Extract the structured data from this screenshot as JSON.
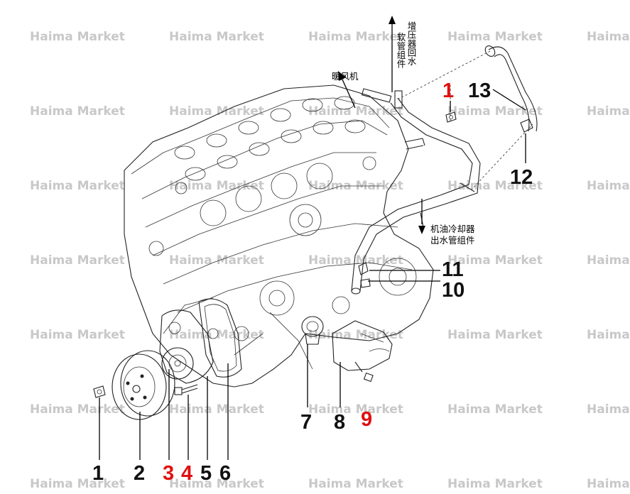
{
  "watermark": {
    "text": "Haima Market",
    "color": "#c8c8c8"
  },
  "captions": {
    "turbo_return_line_1": "增压器回水",
    "turbo_return_line_2": "软管组件",
    "heater": "暖风机",
    "oil_cooler_line_1": "机油冷却器",
    "oil_cooler_line_2": "出水管组件"
  },
  "callouts": [
    {
      "id": "1",
      "label": "1",
      "color": "#111111"
    },
    {
      "id": "2",
      "label": "2",
      "color": "#111111"
    },
    {
      "id": "3",
      "label": "3",
      "color": "#e01010"
    },
    {
      "id": "4",
      "label": "4",
      "color": "#e01010"
    },
    {
      "id": "5",
      "label": "5",
      "color": "#111111"
    },
    {
      "id": "6",
      "label": "6",
      "color": "#111111"
    },
    {
      "id": "7",
      "label": "7",
      "color": "#111111"
    },
    {
      "id": "8",
      "label": "8",
      "color": "#111111"
    },
    {
      "id": "9",
      "label": "9",
      "color": "#e01010"
    },
    {
      "id": "10",
      "label": "10",
      "color": "#111111"
    },
    {
      "id": "11",
      "label": "11",
      "color": "#111111"
    },
    {
      "id": "12",
      "label": "12",
      "color": "#111111"
    },
    {
      "id": "13",
      "label": "13",
      "color": "#111111"
    },
    {
      "id": "1-top",
      "label": "1",
      "color": "#e01010"
    }
  ]
}
